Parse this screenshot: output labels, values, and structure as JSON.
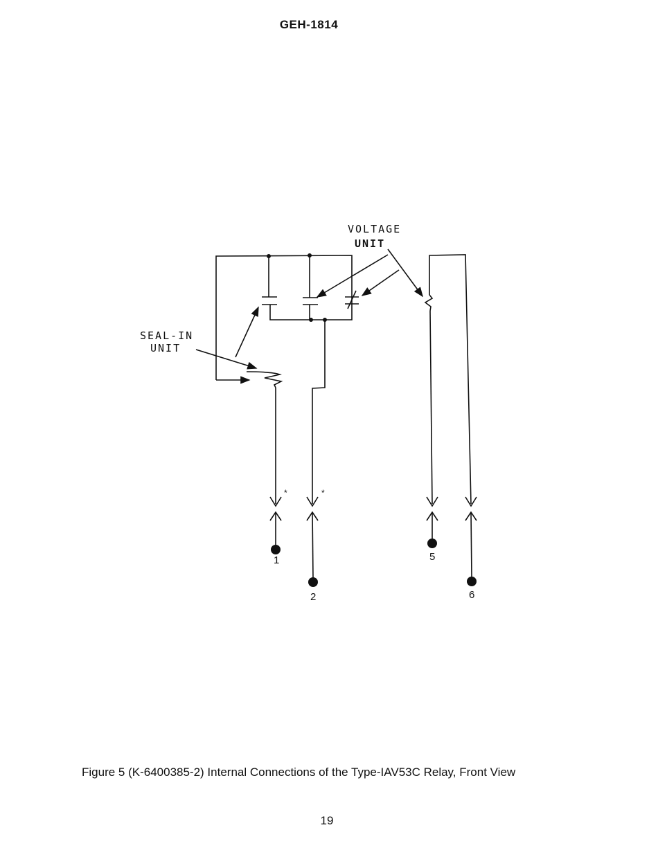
{
  "header": {
    "doc_id": "GEH-1814"
  },
  "diagram": {
    "labels": {
      "voltage_line1": "VOLTAGE",
      "voltage_line2": "UNIT",
      "seal_line1": "SEAL-IN",
      "seal_line2": "UNIT"
    },
    "terminals": [
      "1",
      "2",
      "5",
      "6"
    ],
    "short_mark": "*"
  },
  "caption": {
    "text": "Figure 5 (K-6400385-2) Internal Connections of the Type-IAV53C Relay, Front View"
  },
  "footer": {
    "page_number": "19"
  }
}
